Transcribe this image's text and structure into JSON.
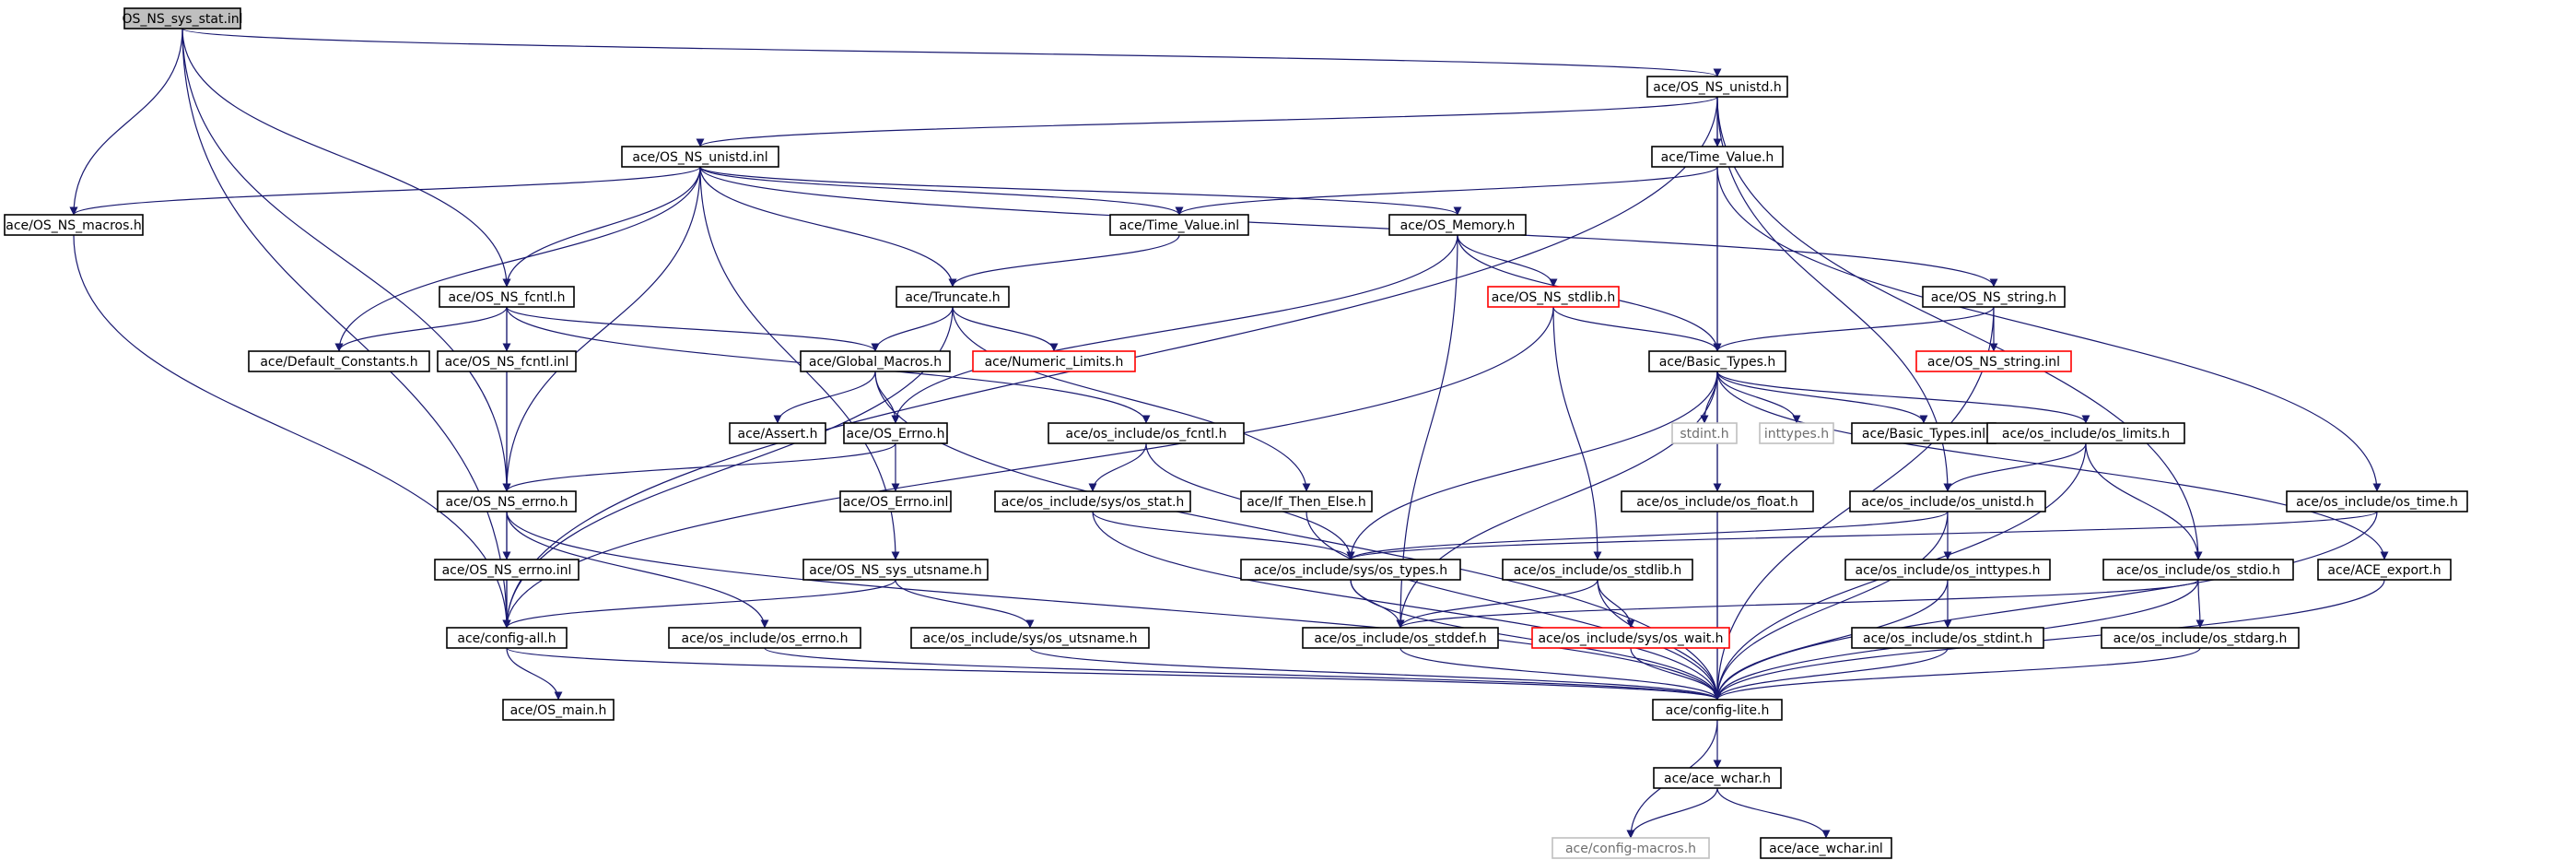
{
  "colors": {
    "edge": "#191970",
    "border_default": "#000000",
    "border_truncated": "#ff0000",
    "border_external": "#bfbfbf",
    "fill_root": "#bfbfbf",
    "fill_default": "#ffffff",
    "text_default": "#000000",
    "text_external": "#6e6e6e"
  },
  "nodes": [
    {
      "id": "root",
      "label": "OS_NS_sys_stat.inl",
      "style": "root"
    },
    {
      "id": "unistd_h",
      "label": "ace/OS_NS_unistd.h",
      "style": "default"
    },
    {
      "id": "unistd_inl",
      "label": "ace/OS_NS_unistd.inl",
      "style": "default"
    },
    {
      "id": "timevalue_h",
      "label": "ace/Time_Value.h",
      "style": "default"
    },
    {
      "id": "macros",
      "label": "ace/OS_NS_macros.h",
      "style": "default"
    },
    {
      "id": "timevalue_inl",
      "label": "ace/Time_Value.inl",
      "style": "default"
    },
    {
      "id": "memory",
      "label": "ace/OS_Memory.h",
      "style": "default"
    },
    {
      "id": "fcntl_h",
      "label": "ace/OS_NS_fcntl.h",
      "style": "default"
    },
    {
      "id": "truncate",
      "label": "ace/Truncate.h",
      "style": "default"
    },
    {
      "id": "stdlib_ns",
      "label": "ace/OS_NS_stdlib.h",
      "style": "truncated"
    },
    {
      "id": "string_h",
      "label": "ace/OS_NS_string.h",
      "style": "default"
    },
    {
      "id": "default_const",
      "label": "ace/Default_Constants.h",
      "style": "default"
    },
    {
      "id": "fcntl_inl",
      "label": "ace/OS_NS_fcntl.inl",
      "style": "default"
    },
    {
      "id": "global_macros",
      "label": "ace/Global_Macros.h",
      "style": "default"
    },
    {
      "id": "numeric_limits",
      "label": "ace/Numeric_Limits.h",
      "style": "truncated"
    },
    {
      "id": "basic_types",
      "label": "ace/Basic_Types.h",
      "style": "default"
    },
    {
      "id": "string_inl",
      "label": "ace/OS_NS_string.inl",
      "style": "truncated"
    },
    {
      "id": "assert",
      "label": "ace/Assert.h",
      "style": "default"
    },
    {
      "id": "os_errno",
      "label": "ace/OS_Errno.h",
      "style": "default"
    },
    {
      "id": "os_fcntl",
      "label": "ace/os_include/os_fcntl.h",
      "style": "default"
    },
    {
      "id": "stdint",
      "label": "stdint.h",
      "style": "external"
    },
    {
      "id": "inttypes",
      "label": "inttypes.h",
      "style": "external"
    },
    {
      "id": "basic_types_inl",
      "label": "ace/Basic_Types.inl",
      "style": "default"
    },
    {
      "id": "os_limits",
      "label": "ace/os_include/os_limits.h",
      "style": "default"
    },
    {
      "id": "ns_errno",
      "label": "ace/OS_NS_errno.h",
      "style": "default"
    },
    {
      "id": "errno_inl",
      "label": "ace/OS_Errno.inl",
      "style": "default"
    },
    {
      "id": "os_stat",
      "label": "ace/os_include/sys/os_stat.h",
      "style": "default"
    },
    {
      "id": "if_then_else",
      "label": "ace/If_Then_Else.h",
      "style": "default"
    },
    {
      "id": "os_float",
      "label": "ace/os_include/os_float.h",
      "style": "default"
    },
    {
      "id": "os_unistd",
      "label": "ace/os_include/os_unistd.h",
      "style": "default"
    },
    {
      "id": "os_time",
      "label": "ace/os_include/os_time.h",
      "style": "default"
    },
    {
      "id": "ns_errno_inl",
      "label": "ace/OS_NS_errno.inl",
      "style": "default"
    },
    {
      "id": "utsname_ns",
      "label": "ace/OS_NS_sys_utsname.h",
      "style": "default"
    },
    {
      "id": "os_types",
      "label": "ace/os_include/sys/os_types.h",
      "style": "default"
    },
    {
      "id": "os_stdlib",
      "label": "ace/os_include/os_stdlib.h",
      "style": "default"
    },
    {
      "id": "os_inttypes",
      "label": "ace/os_include/os_inttypes.h",
      "style": "default"
    },
    {
      "id": "os_stdio",
      "label": "ace/os_include/os_stdio.h",
      "style": "default"
    },
    {
      "id": "ace_export",
      "label": "ace/ACE_export.h",
      "style": "default"
    },
    {
      "id": "config_all",
      "label": "ace/config-all.h",
      "style": "default"
    },
    {
      "id": "os_errno_h",
      "label": "ace/os_include/os_errno.h",
      "style": "default"
    },
    {
      "id": "os_utsname",
      "label": "ace/os_include/sys/os_utsname.h",
      "style": "default"
    },
    {
      "id": "os_stddef",
      "label": "ace/os_include/os_stddef.h",
      "style": "default"
    },
    {
      "id": "os_wait",
      "label": "ace/os_include/sys/os_wait.h",
      "style": "truncated"
    },
    {
      "id": "os_stdint",
      "label": "ace/os_include/os_stdint.h",
      "style": "default"
    },
    {
      "id": "os_stdarg",
      "label": "ace/os_include/os_stdarg.h",
      "style": "default"
    },
    {
      "id": "config_lite",
      "label": "ace/config-lite.h",
      "style": "default"
    },
    {
      "id": "os_main",
      "label": "ace/OS_main.h",
      "style": "default"
    },
    {
      "id": "ace_wchar",
      "label": "ace/ace_wchar.h",
      "style": "default"
    },
    {
      "id": "config_macros",
      "label": "ace/config-macros.h",
      "style": "external"
    },
    {
      "id": "ace_wchar_inl",
      "label": "ace/ace_wchar.inl",
      "style": "default"
    }
  ],
  "edges": [
    [
      "root",
      "unistd_h"
    ],
    [
      "root",
      "macros"
    ],
    [
      "root",
      "fcntl_h"
    ],
    [
      "root",
      "ns_errno"
    ],
    [
      "root",
      "config_all"
    ],
    [
      "unistd_h",
      "unistd_inl"
    ],
    [
      "unistd_h",
      "timevalue_h"
    ],
    [
      "unistd_h",
      "basic_types"
    ],
    [
      "unistd_h",
      "os_unistd"
    ],
    [
      "unistd_h",
      "os_stdio"
    ],
    [
      "unistd_h",
      "config_all"
    ],
    [
      "unistd_inl",
      "macros"
    ],
    [
      "unistd_inl",
      "timevalue_inl"
    ],
    [
      "unistd_inl",
      "memory"
    ],
    [
      "unistd_inl",
      "fcntl_h"
    ],
    [
      "unistd_inl",
      "truncate"
    ],
    [
      "unistd_inl",
      "default_const"
    ],
    [
      "unistd_inl",
      "string_h"
    ],
    [
      "unistd_inl",
      "ns_errno"
    ],
    [
      "unistd_inl",
      "utsname_ns"
    ],
    [
      "timevalue_h",
      "timevalue_inl"
    ],
    [
      "timevalue_h",
      "basic_types"
    ],
    [
      "timevalue_h",
      "os_time"
    ],
    [
      "macros",
      "config_all"
    ],
    [
      "timevalue_inl",
      "truncate"
    ],
    [
      "memory",
      "stdlib_ns"
    ],
    [
      "memory",
      "basic_types"
    ],
    [
      "memory",
      "os_errno"
    ],
    [
      "memory",
      "os_stddef"
    ],
    [
      "fcntl_h",
      "default_const"
    ],
    [
      "fcntl_h",
      "fcntl_inl"
    ],
    [
      "fcntl_h",
      "global_macros"
    ],
    [
      "fcntl_h",
      "os_fcntl"
    ],
    [
      "fcntl_h",
      "config_all"
    ],
    [
      "truncate",
      "global_macros"
    ],
    [
      "truncate",
      "numeric_limits"
    ],
    [
      "truncate",
      "if_then_else"
    ],
    [
      "truncate",
      "config_all"
    ],
    [
      "stdlib_ns",
      "basic_types"
    ],
    [
      "stdlib_ns",
      "os_stdlib"
    ],
    [
      "stdlib_ns",
      "config_all"
    ],
    [
      "string_h",
      "basic_types"
    ],
    [
      "string_h",
      "string_inl"
    ],
    [
      "string_h",
      "config_lite"
    ],
    [
      "fcntl_inl",
      "ns_errno"
    ],
    [
      "global_macros",
      "assert"
    ],
    [
      "global_macros",
      "os_errno"
    ],
    [
      "global_macros",
      "config_lite"
    ],
    [
      "basic_types",
      "stdint"
    ],
    [
      "basic_types",
      "inttypes"
    ],
    [
      "basic_types",
      "basic_types_inl"
    ],
    [
      "basic_types",
      "os_limits"
    ],
    [
      "basic_types",
      "os_float"
    ],
    [
      "basic_types",
      "os_types"
    ],
    [
      "basic_types",
      "ace_export"
    ],
    [
      "basic_types",
      "os_stddef"
    ],
    [
      "basic_types",
      "config_lite"
    ],
    [
      "os_errno",
      "errno_inl"
    ],
    [
      "os_errno",
      "ns_errno"
    ],
    [
      "os_fcntl",
      "os_stat"
    ],
    [
      "os_fcntl",
      "os_types"
    ],
    [
      "os_limits",
      "os_unistd"
    ],
    [
      "os_limits",
      "os_stdio"
    ],
    [
      "os_limits",
      "config_lite"
    ],
    [
      "ns_errno",
      "ns_errno_inl"
    ],
    [
      "ns_errno",
      "os_errno_h"
    ],
    [
      "ns_errno",
      "config_lite"
    ],
    [
      "os_stat",
      "os_types"
    ],
    [
      "os_stat",
      "config_lite"
    ],
    [
      "if_then_else",
      "config_lite"
    ],
    [
      "os_float",
      "config_lite"
    ],
    [
      "os_unistd",
      "os_types"
    ],
    [
      "os_unistd",
      "os_inttypes"
    ],
    [
      "os_unistd",
      "config_lite"
    ],
    [
      "os_time",
      "os_types"
    ],
    [
      "os_time",
      "config_lite"
    ],
    [
      "ns_errno_inl",
      "config_all"
    ],
    [
      "utsname_ns",
      "config_all"
    ],
    [
      "utsname_ns",
      "os_utsname"
    ],
    [
      "os_types",
      "os_stddef"
    ],
    [
      "os_types",
      "config_lite"
    ],
    [
      "os_stdlib",
      "os_stddef"
    ],
    [
      "os_stdlib",
      "os_wait"
    ],
    [
      "os_stdlib",
      "config_lite"
    ],
    [
      "os_inttypes",
      "os_stdint"
    ],
    [
      "os_inttypes",
      "config_lite"
    ],
    [
      "os_stdio",
      "os_stddef"
    ],
    [
      "os_stdio",
      "os_stdarg"
    ],
    [
      "os_stdio",
      "config_lite"
    ],
    [
      "ace_export",
      "config_lite"
    ],
    [
      "config_all",
      "os_main"
    ],
    [
      "config_all",
      "config_lite"
    ],
    [
      "os_errno_h",
      "config_lite"
    ],
    [
      "os_utsname",
      "config_lite"
    ],
    [
      "os_stddef",
      "config_lite"
    ],
    [
      "os_wait",
      "config_lite"
    ],
    [
      "os_stdint",
      "config_lite"
    ],
    [
      "os_stdarg",
      "config_lite"
    ],
    [
      "config_lite",
      "ace_wchar"
    ],
    [
      "config_lite",
      "config_macros"
    ],
    [
      "ace_wchar",
      "config_macros"
    ],
    [
      "ace_wchar",
      "ace_wchar_inl"
    ]
  ]
}
